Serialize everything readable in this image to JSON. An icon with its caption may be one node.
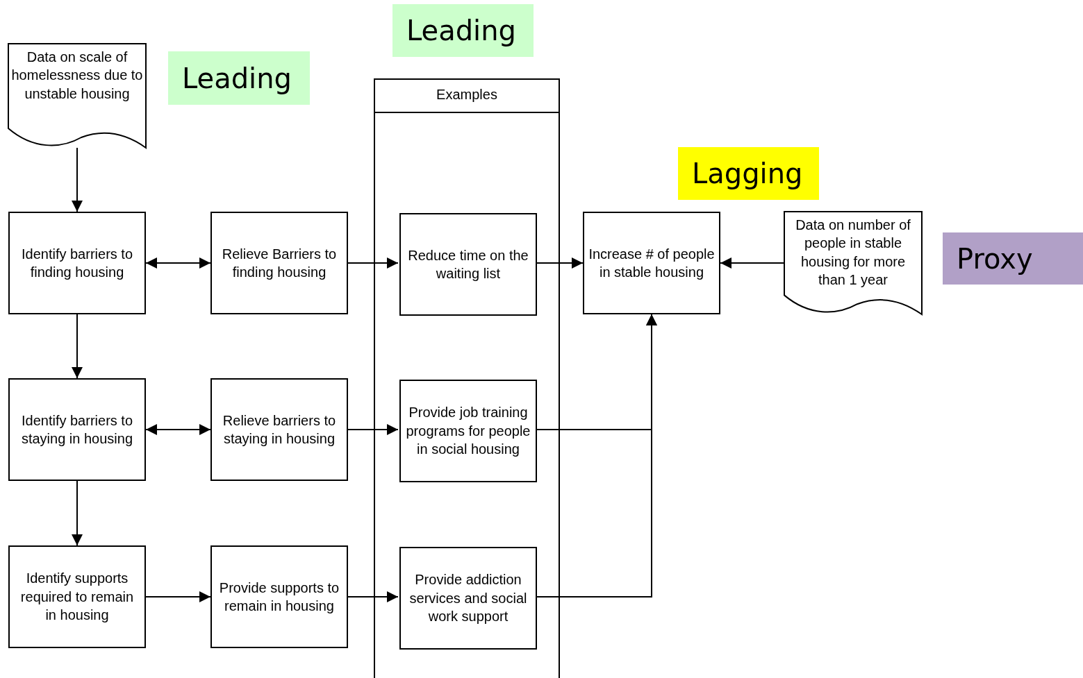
{
  "diagram": {
    "nodes": [
      {
        "text": [
          "Data on scale of homelessness due to unstable housing"
        ]
      },
      {
        "text": [
          "Leading"
        ]
      },
      {
        "text": [
          "Leading"
        ]
      },
      {
        "text": [
          "Examples"
        ]
      },
      {
        "text": [
          "Identify barriers to finding housing"
        ]
      },
      {
        "text": [
          "Relieve Barriers to finding housing"
        ]
      },
      {
        "text": [
          "Reduce time on the waiting list"
        ],
        "in": 3
      },
      {
        "text": [
          "Lagging"
        ]
      },
      {
        "text": [
          "Increase # of people in stable housing"
        ]
      },
      {
        "text": [
          "Data on number of people in stable housing for more than 1 year"
        ]
      },
      {
        "text": [
          "Proxy"
        ]
      },
      {
        "text": [
          "Identify barriers to staying in housing"
        ]
      },
      {
        "text": [
          "Relieve barriers to staying in housing"
        ]
      },
      {
        "text": [
          "Provide job training programs for people in social housing"
        ],
        "in": 3
      },
      {
        "text": [
          "Identify supports required to remain in housing"
        ]
      },
      {
        "text": [
          "Provide supports to remain in housing"
        ]
      },
      {
        "text": [
          "Provide addiction services and social work support"
        ],
        "in": 3
      }
    ],
    "edges": [
      {
        "from": 0,
        "to": 4,
        "arrow": "to"
      },
      {
        "from": 4,
        "to": 5,
        "arrow": "both"
      },
      {
        "from": 5,
        "to": 6,
        "arrow": "to"
      },
      {
        "from": 6,
        "to": 8,
        "arrow": "to"
      },
      {
        "from": 9,
        "to": 8,
        "arrow": "to"
      },
      {
        "from": 4,
        "to": 11,
        "arrow": "to"
      },
      {
        "from": 11,
        "to": 12,
        "arrow": "both"
      },
      {
        "from": 12,
        "to": 13,
        "arrow": "to"
      },
      {
        "from": 13,
        "to": 8,
        "arrow": "to"
      },
      {
        "from": 11,
        "to": 14,
        "arrow": "to"
      },
      {
        "from": 14,
        "to": 15,
        "arrow": "to"
      },
      {
        "from": 15,
        "to": 16,
        "arrow": "to"
      },
      {
        "from": 16,
        "to": 8,
        "arrow": "to"
      }
    ]
  }
}
